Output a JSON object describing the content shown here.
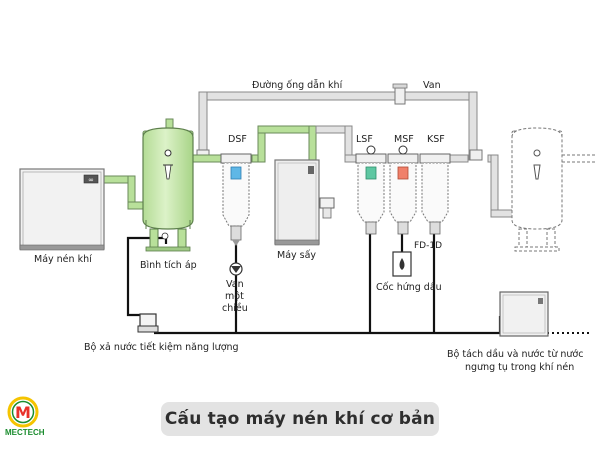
{
  "labels": {
    "air_pipeline": "Đường ống dẫn khí",
    "valve": "Van",
    "dsf": "DSF",
    "lsf": "LSF",
    "msf": "MSF",
    "ksf": "KSF",
    "fd1d": "FD-1D",
    "compressor": "Máy nén khí",
    "receiver_tank": "Bình tích áp",
    "dryer": "Máy sấy",
    "check_valve_line1": "Van",
    "check_valve_line2": "một",
    "check_valve_line3": "chiều",
    "oil_cup": "Cốc hứng dầu",
    "drain_saver": "Bộ xả nước tiết kiệm năng lượng",
    "separator_line1": "Bộ tách dầu và nước từ nước",
    "separator_line2": "ngưng tụ trong khí nén",
    "main_title": "Cấu tạo máy nén khí cơ bản",
    "logo_text": "MECTECH",
    "logo_letter": "M",
    "compressor_badge": "∞"
  },
  "colors": {
    "pipe_green": "#b8e09a",
    "pipe_outline": "#6a8a5a",
    "gray_pipe": "#dcdcdc",
    "drain_line": "#111111",
    "tank_green": "#c9e9ad",
    "filter_blue": "#5fb7e6",
    "filter_red": "#f0806a",
    "filter_green": "#5ec7a2",
    "logo_red": "#e8312a",
    "logo_yellow": "#f5c400",
    "logo_green": "#1a8c2e"
  }
}
